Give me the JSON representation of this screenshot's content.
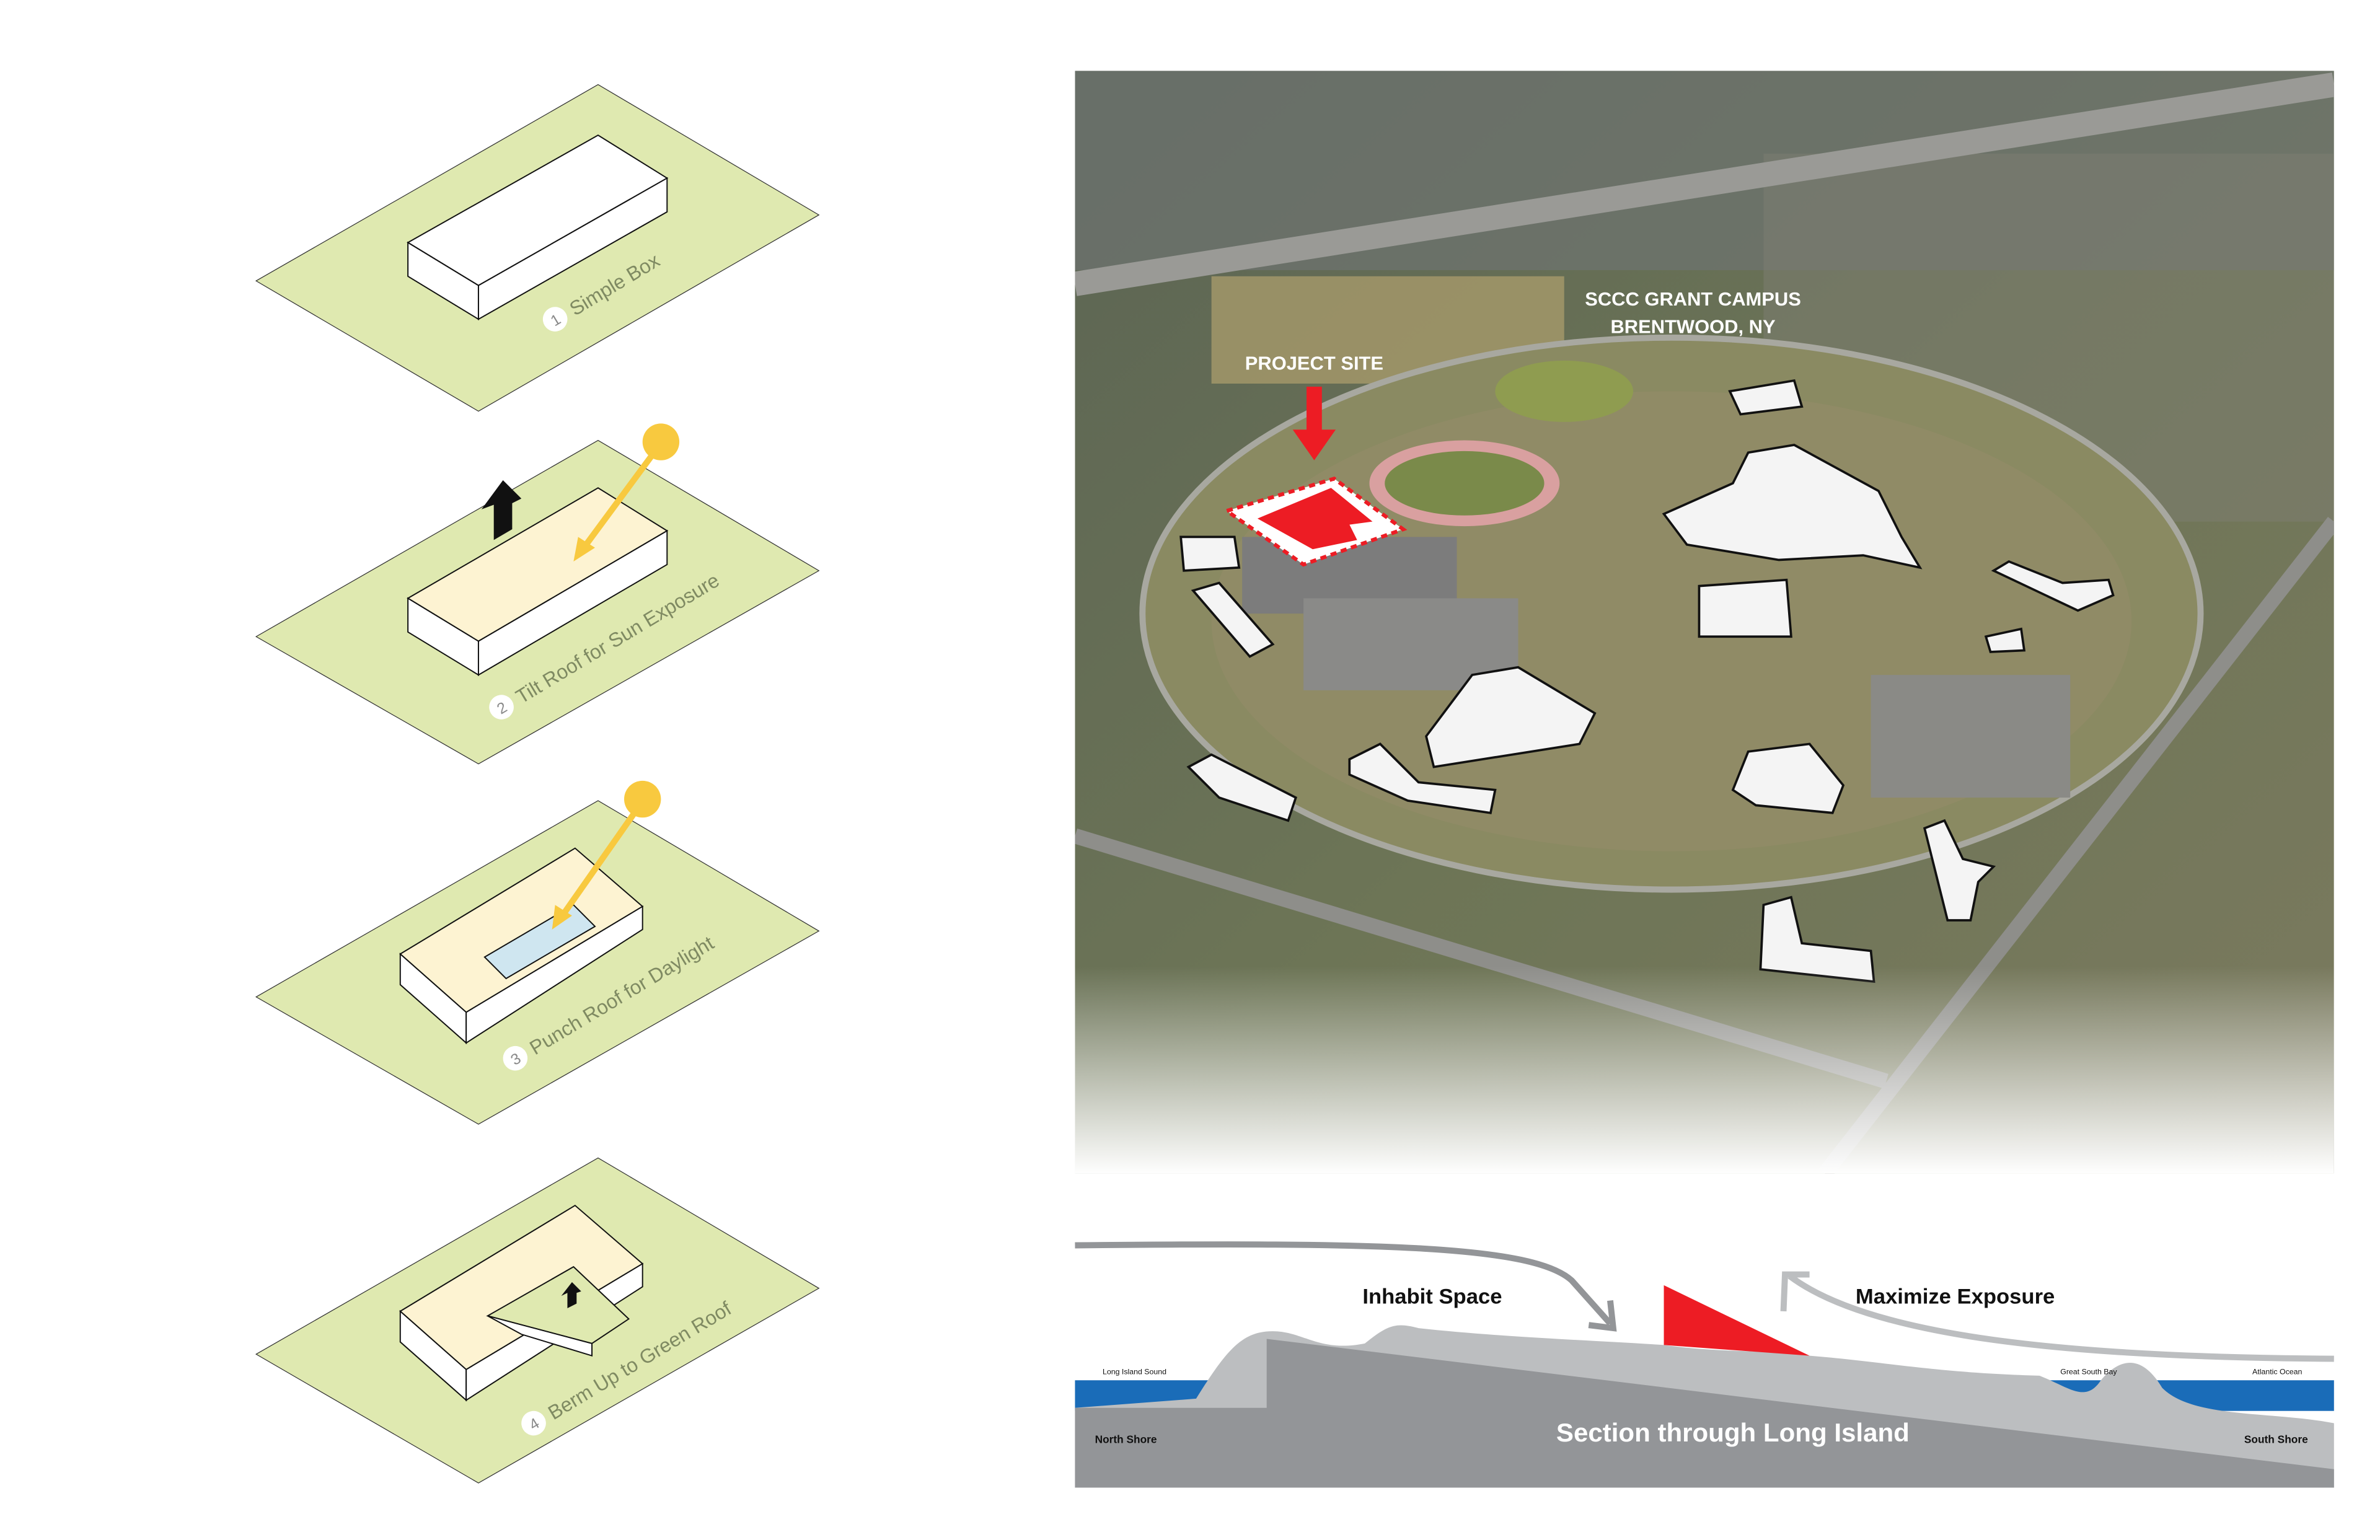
{
  "steps": [
    {
      "number": "1",
      "label": "Simple Box"
    },
    {
      "number": "2",
      "label": "Tilt Roof for Sun Exposure"
    },
    {
      "number": "3",
      "label": "Punch Roof for Daylight"
    },
    {
      "number": "4",
      "label": "Berm Up to Green Roof"
    }
  ],
  "aerial": {
    "campus_line1": "SCCC GRANT CAMPUS",
    "campus_line2": "BRENTWOOD, NY",
    "project_site": "PROJECT SITE"
  },
  "section": {
    "title": "Section through Long Island",
    "inhabit": "Inhabit Space",
    "maximize": "Maximize Exposure",
    "north_shore": "North Shore",
    "south_shore": "South Shore",
    "long_island_sound": "Long Island Sound",
    "great_south_bay": "Great South Bay",
    "atlantic_ocean": "Atlantic Ocean"
  },
  "colors": {
    "site_green": "#dfe9b0",
    "roof_cream": "#fdf3d2",
    "sun_yellow": "#f8c93f",
    "project_red": "#ed1c24",
    "water_blue": "#1a6cb8",
    "ground_dark": "#939598",
    "ground_light": "#bcbec0"
  }
}
